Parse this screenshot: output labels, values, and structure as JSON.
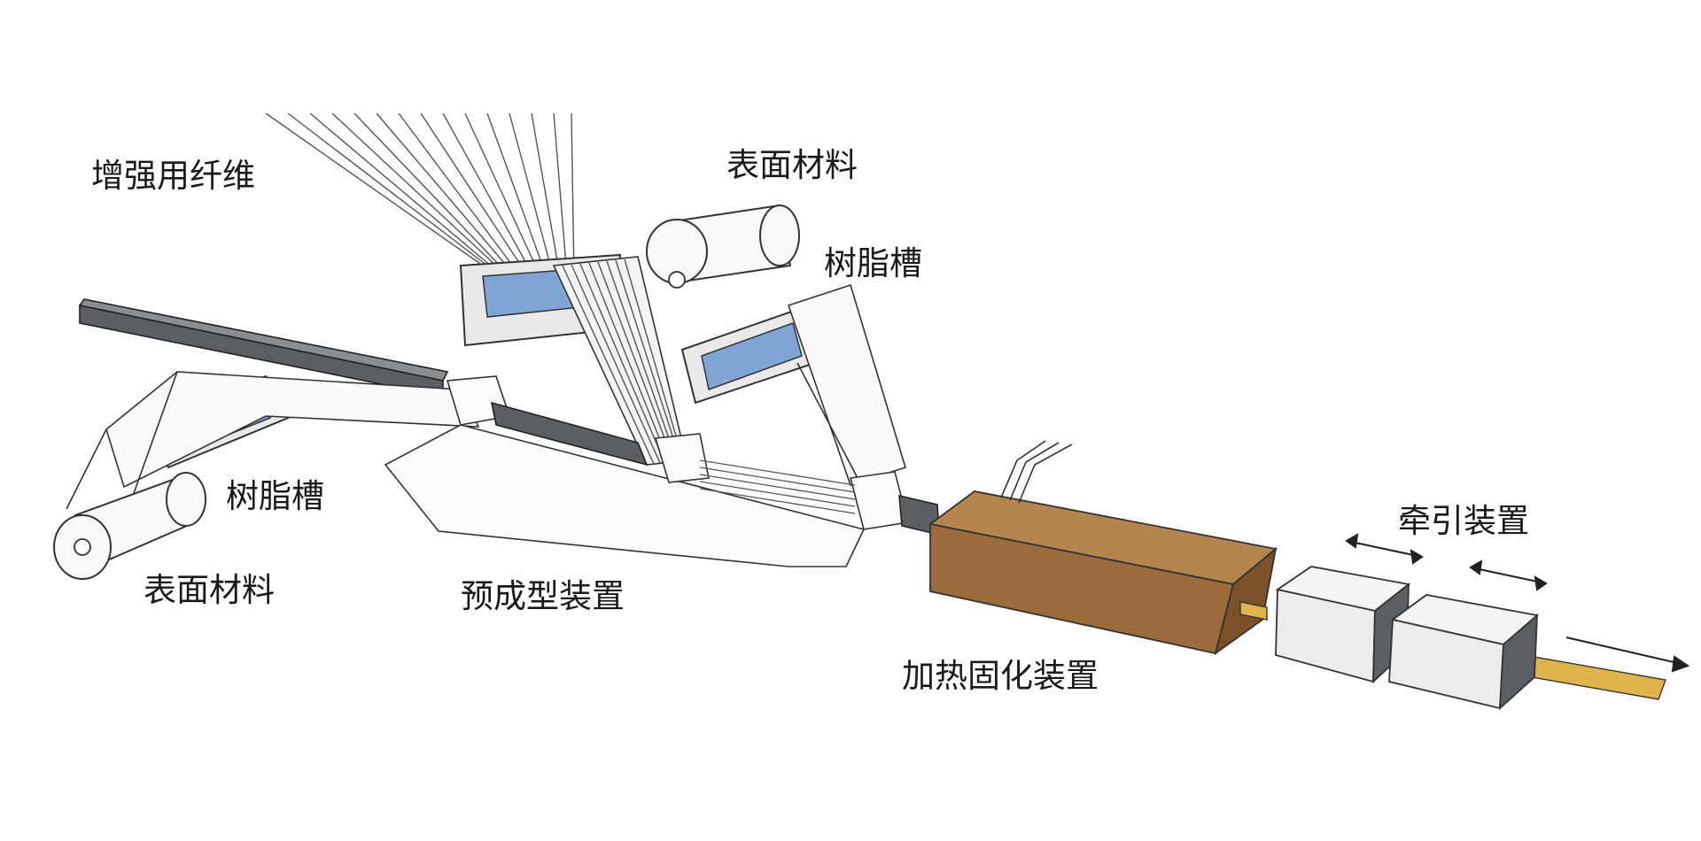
{
  "labels": {
    "fiber": "增强用纤维",
    "surface_top": "表面材料",
    "resin_right": "树脂槽",
    "resin_left": "树脂槽",
    "surface_bottom": "表面材料",
    "preform": "预成型装置",
    "heating": "加热固化装置",
    "puller": "牵引装置"
  },
  "colors": {
    "resin": "#7fa5d6",
    "oven": "#9b6b3a",
    "product": "#e0b44a",
    "rail": "#5b5e63",
    "block": "#f2f2f2"
  }
}
